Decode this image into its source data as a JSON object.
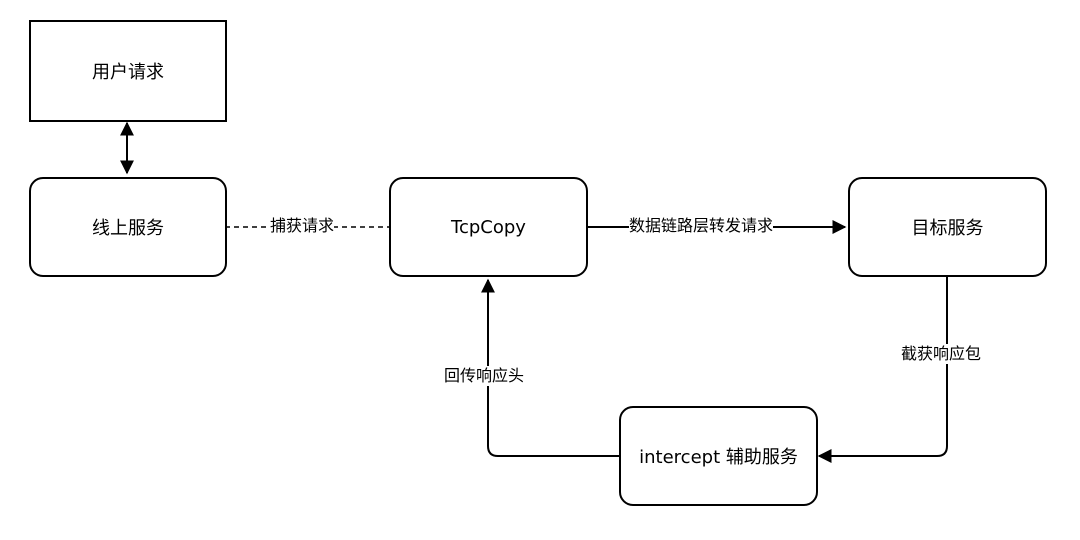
{
  "nodes": {
    "user_request": "用户请求",
    "online_service": "线上服务",
    "tcpcopy": "TcpCopy",
    "target_service": "目标服务",
    "intercept_service": "intercept 辅助服务"
  },
  "edges": {
    "capture_request": "捕获请求",
    "forward_request": "数据链路层转发请求",
    "capture_response": "截获响应包",
    "return_header": "回传响应头"
  }
}
